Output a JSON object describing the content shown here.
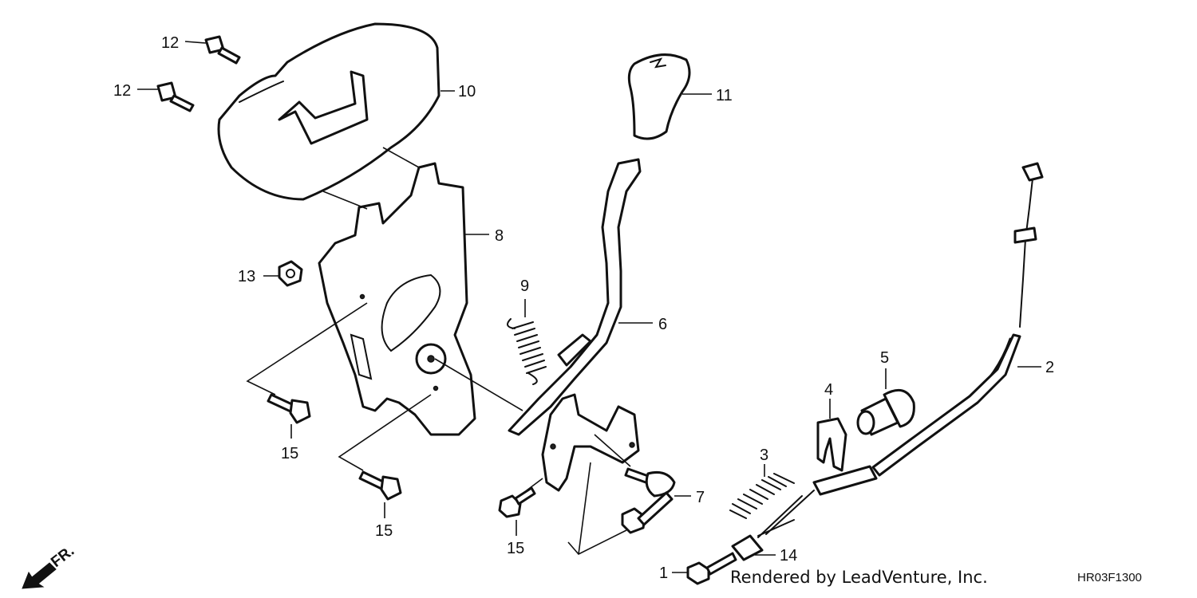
{
  "callouts": {
    "c1": "1",
    "c2": "2",
    "c3": "3",
    "c4": "4",
    "c5": "5",
    "c6": "6",
    "c7": "7",
    "c8": "8",
    "c9": "9",
    "c10": "10",
    "c11": "11",
    "c12a": "12",
    "c12b": "12",
    "c13": "13",
    "c14": "14",
    "c15a": "15",
    "c15b": "15",
    "c15c": "15"
  },
  "direction_label": "FR.",
  "credit": "Rendered by LeadVenture, Inc.",
  "diagram_code": "HR03F1300"
}
